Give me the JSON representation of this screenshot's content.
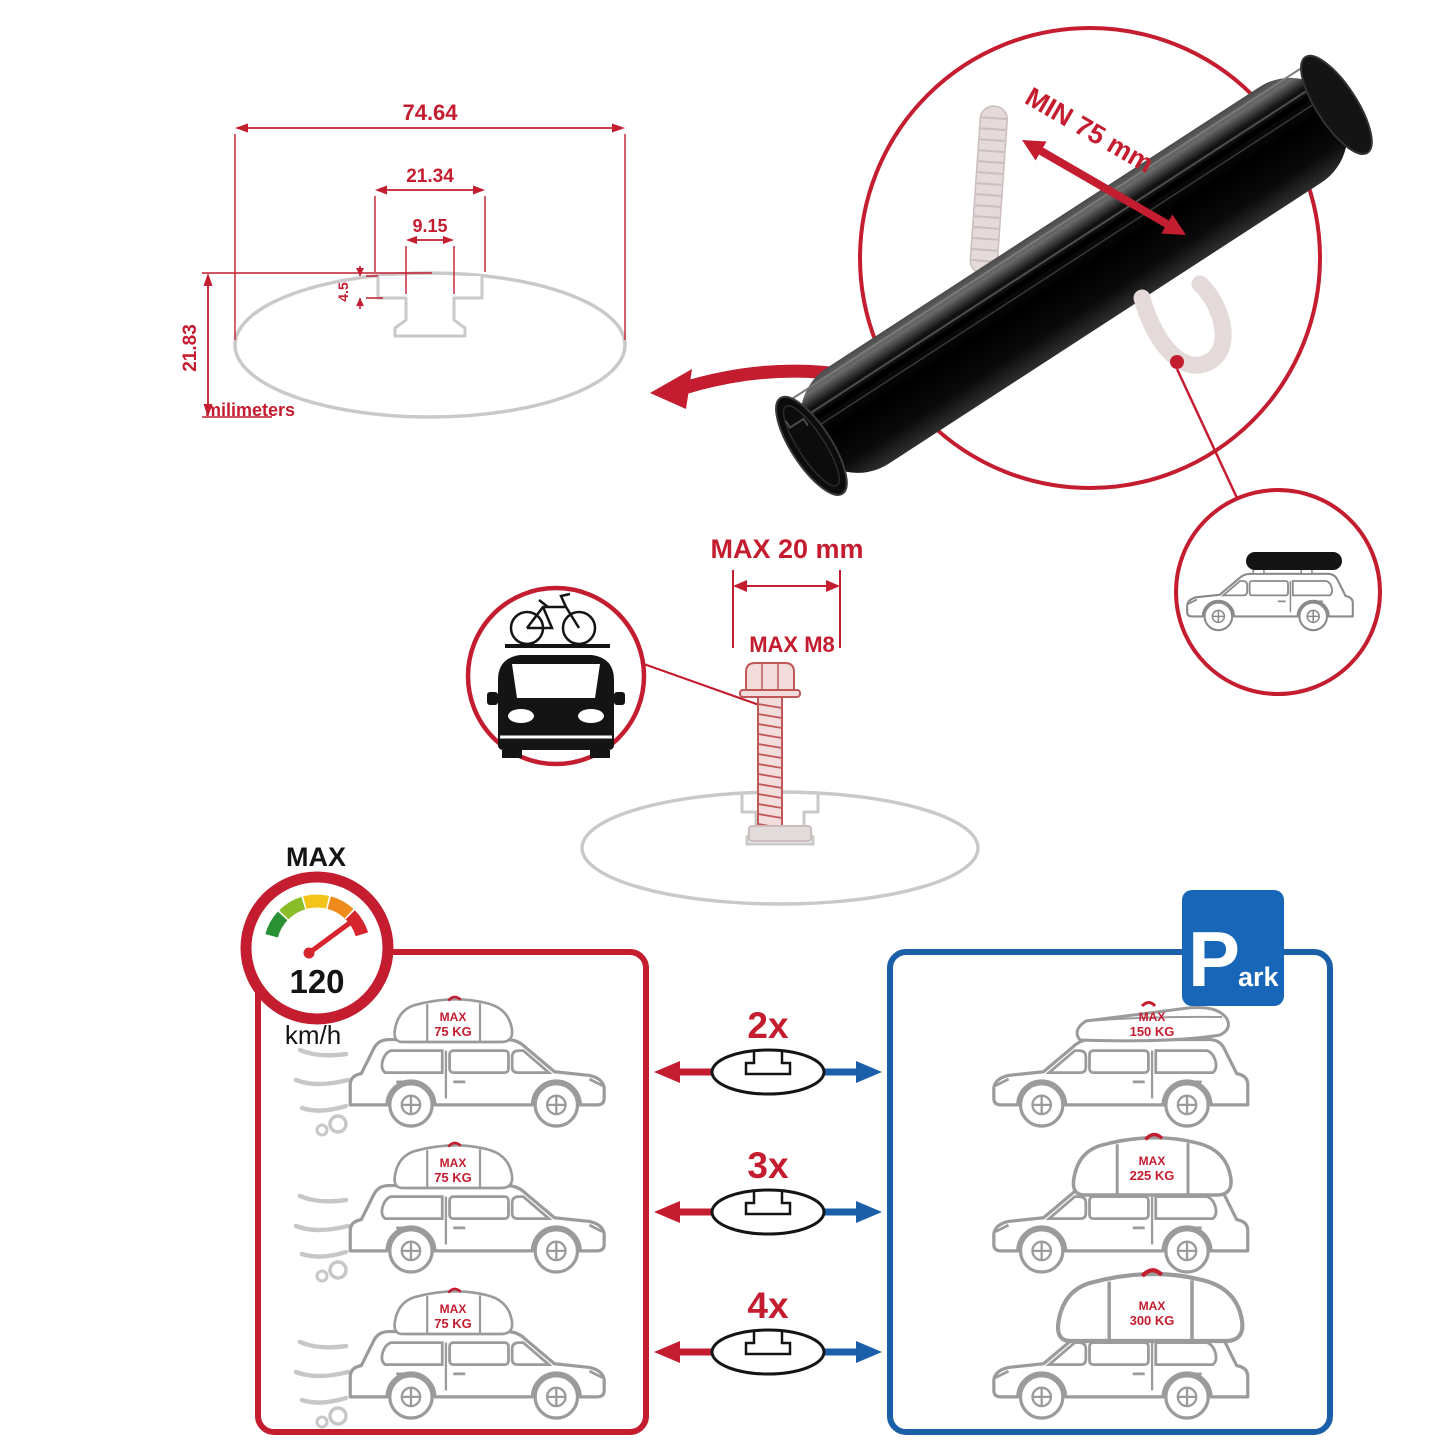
{
  "colors": {
    "red": "#c41d30",
    "blue": "#1a5fa8",
    "park_blue": "#1766b8",
    "gray_line": "#c9c9c9",
    "car_line": "#9b9b9b",
    "black": "#141414"
  },
  "profile_dimensions": {
    "total_width": "74.64",
    "channel_width": "21.34",
    "slot_width": "9.15",
    "step_depth": "4.5",
    "total_height": "21.83",
    "units_label": "milimeters"
  },
  "crossbar_view": {
    "min_clamp_label": "MIN 75 mm"
  },
  "bolt_spec": {
    "max_length_label": "MAX 20 mm",
    "max_thread_label": "MAX M8"
  },
  "speed_limit": {
    "heading": "MAX",
    "value": "120",
    "unit": "km/h"
  },
  "driving_panel": {
    "cars": [
      {
        "load_max": "MAX",
        "load_value": "75 KG"
      },
      {
        "load_max": "MAX",
        "load_value": "75 KG"
      },
      {
        "load_max": "MAX",
        "load_value": "75 KG"
      }
    ]
  },
  "parked_panel": {
    "sign_big": "P",
    "sign_small": "ark",
    "cars": [
      {
        "load_max": "MAX",
        "load_value": "150 KG"
      },
      {
        "load_max": "MAX",
        "load_value": "225 KG"
      },
      {
        "load_max": "MAX",
        "load_value": "300 KG"
      }
    ]
  },
  "multipliers": [
    {
      "label": "2x"
    },
    {
      "label": "3x"
    },
    {
      "label": "4x"
    }
  ]
}
